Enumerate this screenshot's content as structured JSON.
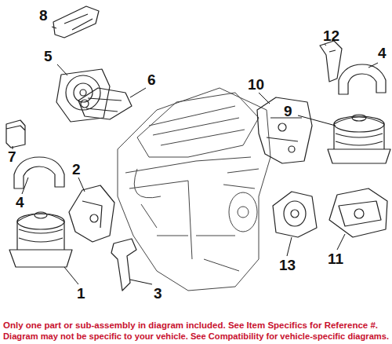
{
  "diagram": {
    "labels": [
      "8",
      "5",
      "6",
      "7",
      "4",
      "2",
      "1",
      "3",
      "12",
      "4",
      "10",
      "9",
      "13",
      "11",
      "Only one part or sub-assembly in diagram included. See Item Specifics for Reference #.",
      "Diagram may not be specific to your vehicle. See Compatibility for vehicle-specific diagrams."
    ]
  }
}
